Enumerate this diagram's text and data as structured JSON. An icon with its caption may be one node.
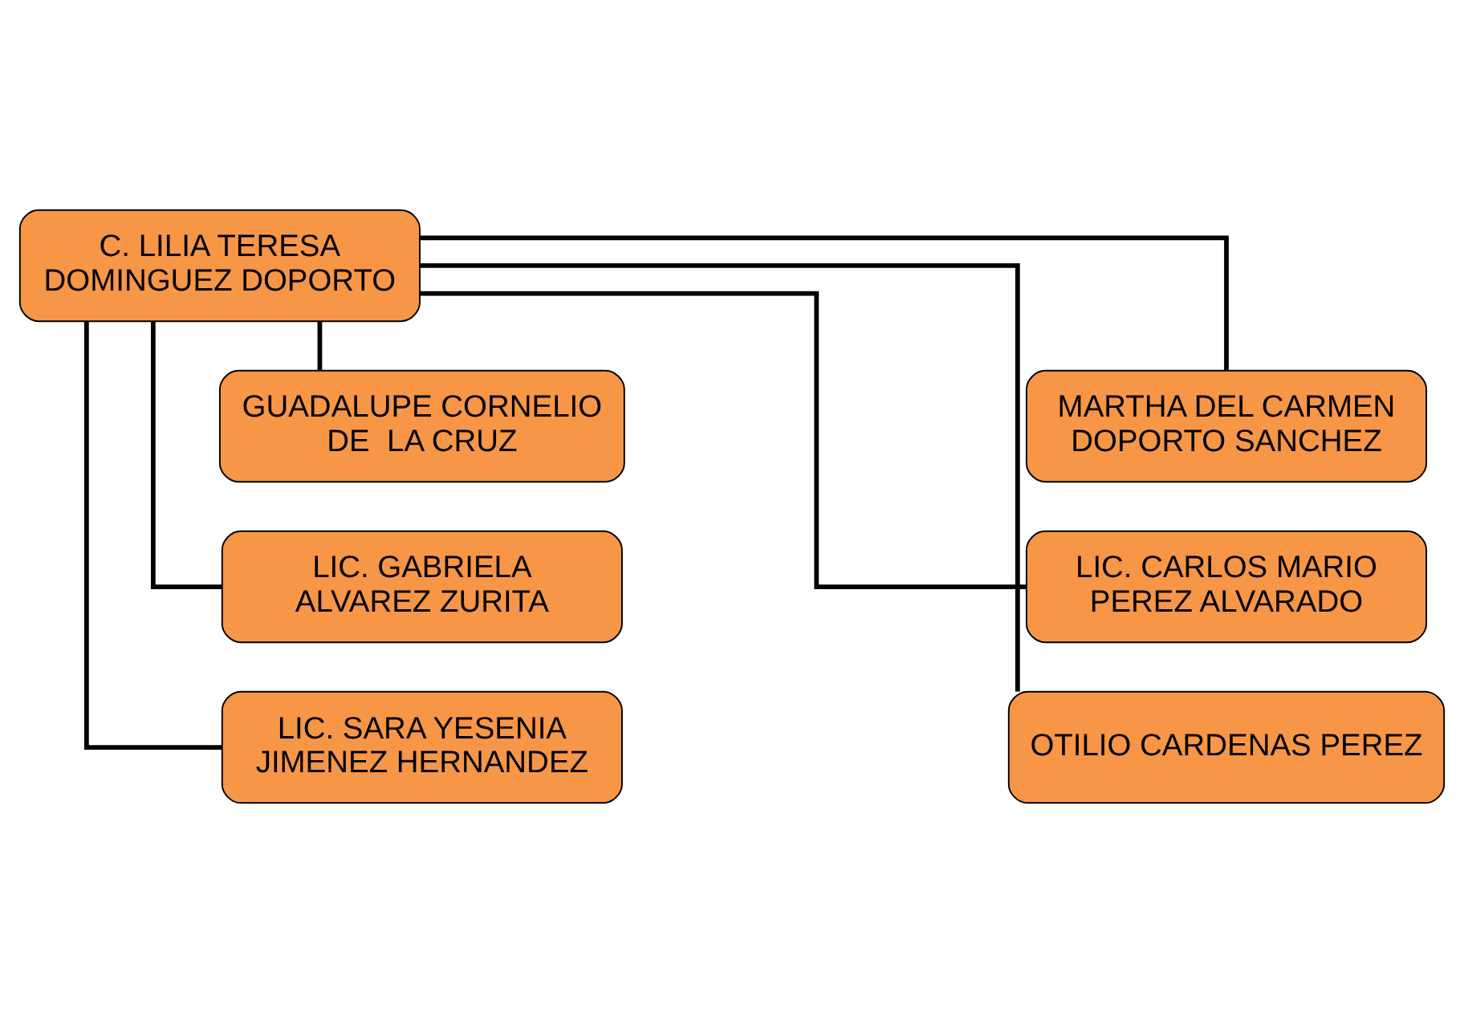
{
  "diagram": {
    "nodes": [
      {
        "text": [
          "C. LILIA TERESA DOMINGUEZ DOPORTO"
        ]
      },
      {
        "text": [
          "GUADALUPE CORNELIO DE  LA CRUZ"
        ]
      },
      {
        "text": [
          "MARTHA DEL CARMEN DOPORTO SANCHEZ"
        ]
      },
      {
        "text": [
          "LIC. GABRIELA ALVAREZ ZURITA"
        ]
      },
      {
        "text": [
          "LIC. CARLOS MARIO PEREZ ALVARADO"
        ]
      },
      {
        "text": [
          "LIC. SARA YESENIA JIMENEZ HERNANDEZ"
        ]
      },
      {
        "text": [
          "OTILIO CARDENAS PEREZ"
        ]
      }
    ],
    "edges": [
      {
        "from": 0,
        "to": 1,
        "arrow": "none"
      },
      {
        "from": 0,
        "to": 2,
        "arrow": "none"
      },
      {
        "from": 0,
        "to": 3,
        "arrow": "none"
      },
      {
        "from": 0,
        "to": 4,
        "arrow": "none"
      },
      {
        "from": 0,
        "to": 5,
        "arrow": "none"
      },
      {
        "from": 0,
        "to": 6,
        "arrow": "none"
      }
    ]
  }
}
